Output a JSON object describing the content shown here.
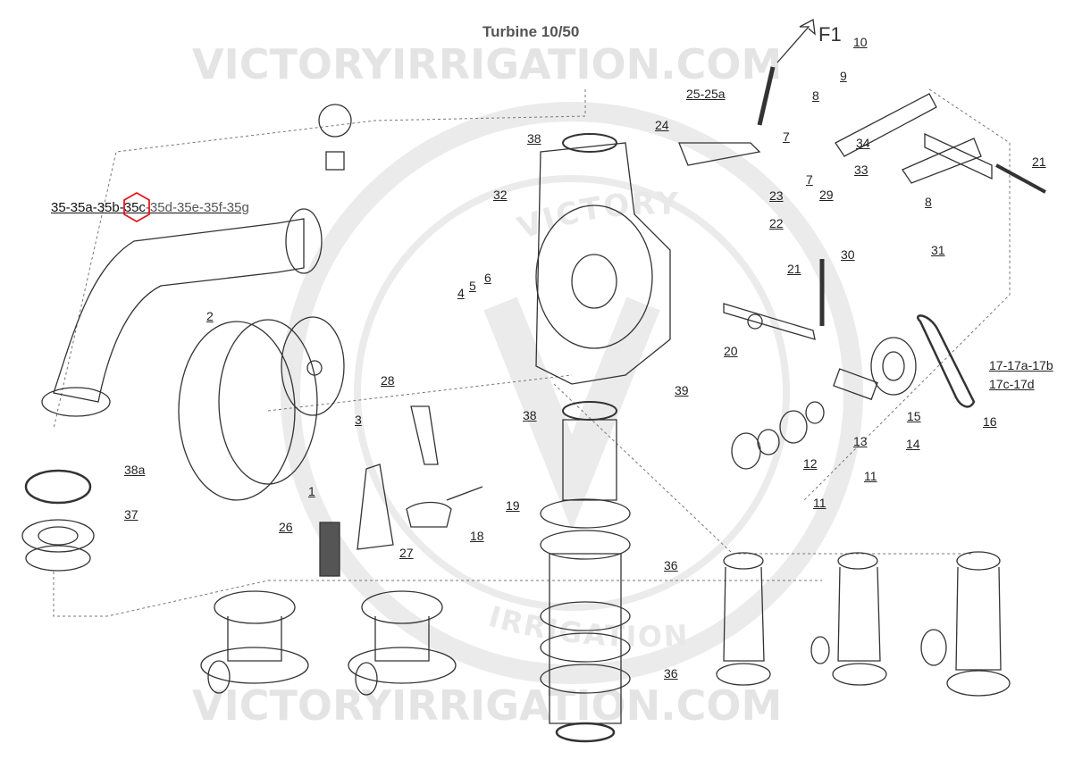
{
  "title": "Turbine 10/50",
  "watermark": {
    "text": "VICTORYIRRIGATION.COM",
    "arc_top": "VICTORY",
    "arc_bottom": "IRRIGATION"
  },
  "reference_label": {
    "part1": "35-35a-35b-",
    "highlight": "35c",
    "part2": "-35d-35e-35f-35g",
    "highlight_color": "#e8141c"
  },
  "arrow_label": "F1",
  "labels": [
    "10",
    "9",
    "8",
    "25-25a",
    "24",
    "38",
    "7",
    "7",
    "34",
    "21",
    "33",
    "8",
    "29",
    "23",
    "22",
    "30",
    "31",
    "32",
    "5",
    "6",
    "4",
    "21",
    "2",
    "20",
    "17-17a-17b",
    "17c-17d",
    "16",
    "15",
    "14",
    "13",
    "28",
    "3",
    "39",
    "38",
    "12",
    "11",
    "11",
    "1",
    "38a",
    "37",
    "19",
    "18",
    "26",
    "27",
    "36",
    "36"
  ]
}
